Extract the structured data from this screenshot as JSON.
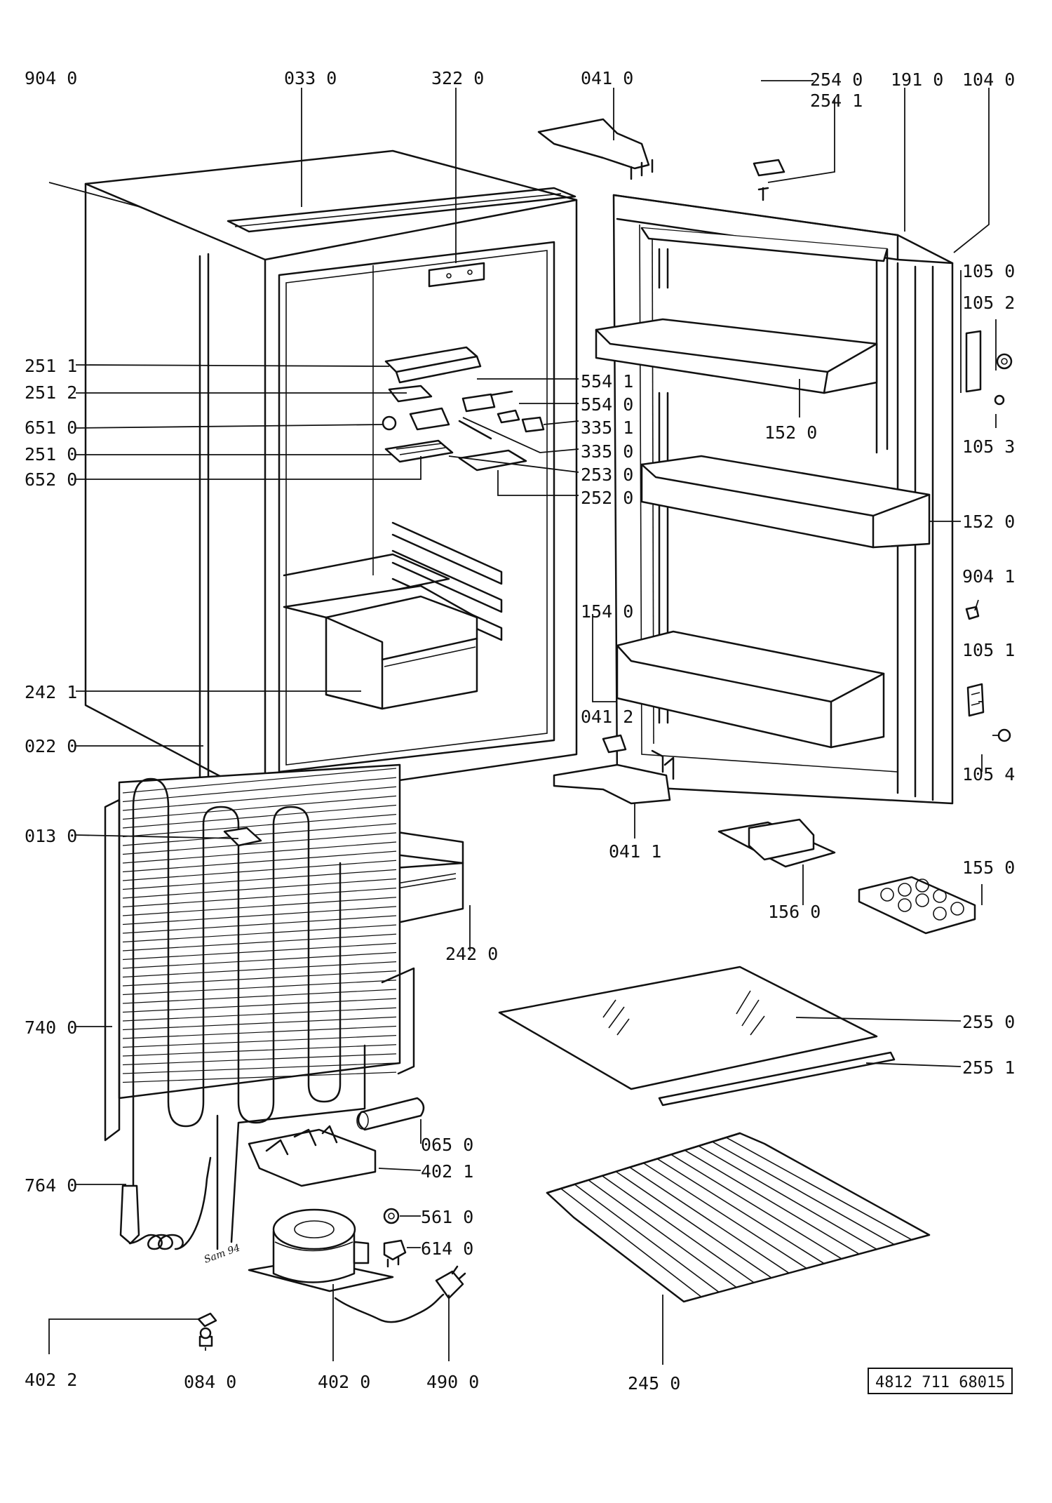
{
  "diagram": {
    "labels": [
      {
        "id": "904-0",
        "text": "904  0"
      },
      {
        "id": "033-0",
        "text": "033 0"
      },
      {
        "id": "322-0",
        "text": "322  0"
      },
      {
        "id": "041-0",
        "text": "041  0"
      },
      {
        "id": "254-0",
        "text": "254  0"
      },
      {
        "id": "254-1",
        "text": "254  1"
      },
      {
        "id": "191-0",
        "text": "191  0"
      },
      {
        "id": "104-0",
        "text": "104  0"
      },
      {
        "id": "105-0",
        "text": "105  0"
      },
      {
        "id": "105-2",
        "text": "105  2"
      },
      {
        "id": "105-3",
        "text": "105  3"
      },
      {
        "id": "251-1",
        "text": "251  1"
      },
      {
        "id": "251-2",
        "text": "251  2"
      },
      {
        "id": "651-0",
        "text": "651  0"
      },
      {
        "id": "251-0",
        "text": "251  0"
      },
      {
        "id": "652-0",
        "text": "652  0"
      },
      {
        "id": "554-1",
        "text": "554  1"
      },
      {
        "id": "554-0",
        "text": "554  0"
      },
      {
        "id": "335-1",
        "text": "335  1"
      },
      {
        "id": "335-0",
        "text": "335  0"
      },
      {
        "id": "253-0",
        "text": "253  0"
      },
      {
        "id": "252-0",
        "text": "252  0"
      },
      {
        "id": "152-0a",
        "text": "152  0"
      },
      {
        "id": "152-0b",
        "text": "152  0"
      },
      {
        "id": "904-1",
        "text": "904  1"
      },
      {
        "id": "154-0",
        "text": "154  0"
      },
      {
        "id": "105-1",
        "text": "105  1"
      },
      {
        "id": "242-1",
        "text": "242  1"
      },
      {
        "id": "041-2",
        "text": "041  2"
      },
      {
        "id": "022-0",
        "text": "022  0"
      },
      {
        "id": "105-4",
        "text": "105  4"
      },
      {
        "id": "013-0",
        "text": "013  0"
      },
      {
        "id": "041-1",
        "text": "041  1"
      },
      {
        "id": "155-0",
        "text": "155  0"
      },
      {
        "id": "156-0",
        "text": "156  0"
      },
      {
        "id": "242-0",
        "text": "242  0"
      },
      {
        "id": "740-0",
        "text": "740  0"
      },
      {
        "id": "255-0",
        "text": "255  0"
      },
      {
        "id": "255-1",
        "text": "255  1"
      },
      {
        "id": "065-0",
        "text": "065  0"
      },
      {
        "id": "402-1",
        "text": "402  1"
      },
      {
        "id": "764-0",
        "text": "764  0"
      },
      {
        "id": "561-0",
        "text": "561  0"
      },
      {
        "id": "614-0",
        "text": "614  0"
      },
      {
        "id": "402-2",
        "text": "402  2"
      },
      {
        "id": "084-0",
        "text": "084  0"
      },
      {
        "id": "402-0",
        "text": "402  0"
      },
      {
        "id": "490-0",
        "text": "490  0"
      },
      {
        "id": "245-0",
        "text": "245  0"
      }
    ],
    "signature": "Sam 94",
    "doc_number": "4812  711  68015"
  }
}
